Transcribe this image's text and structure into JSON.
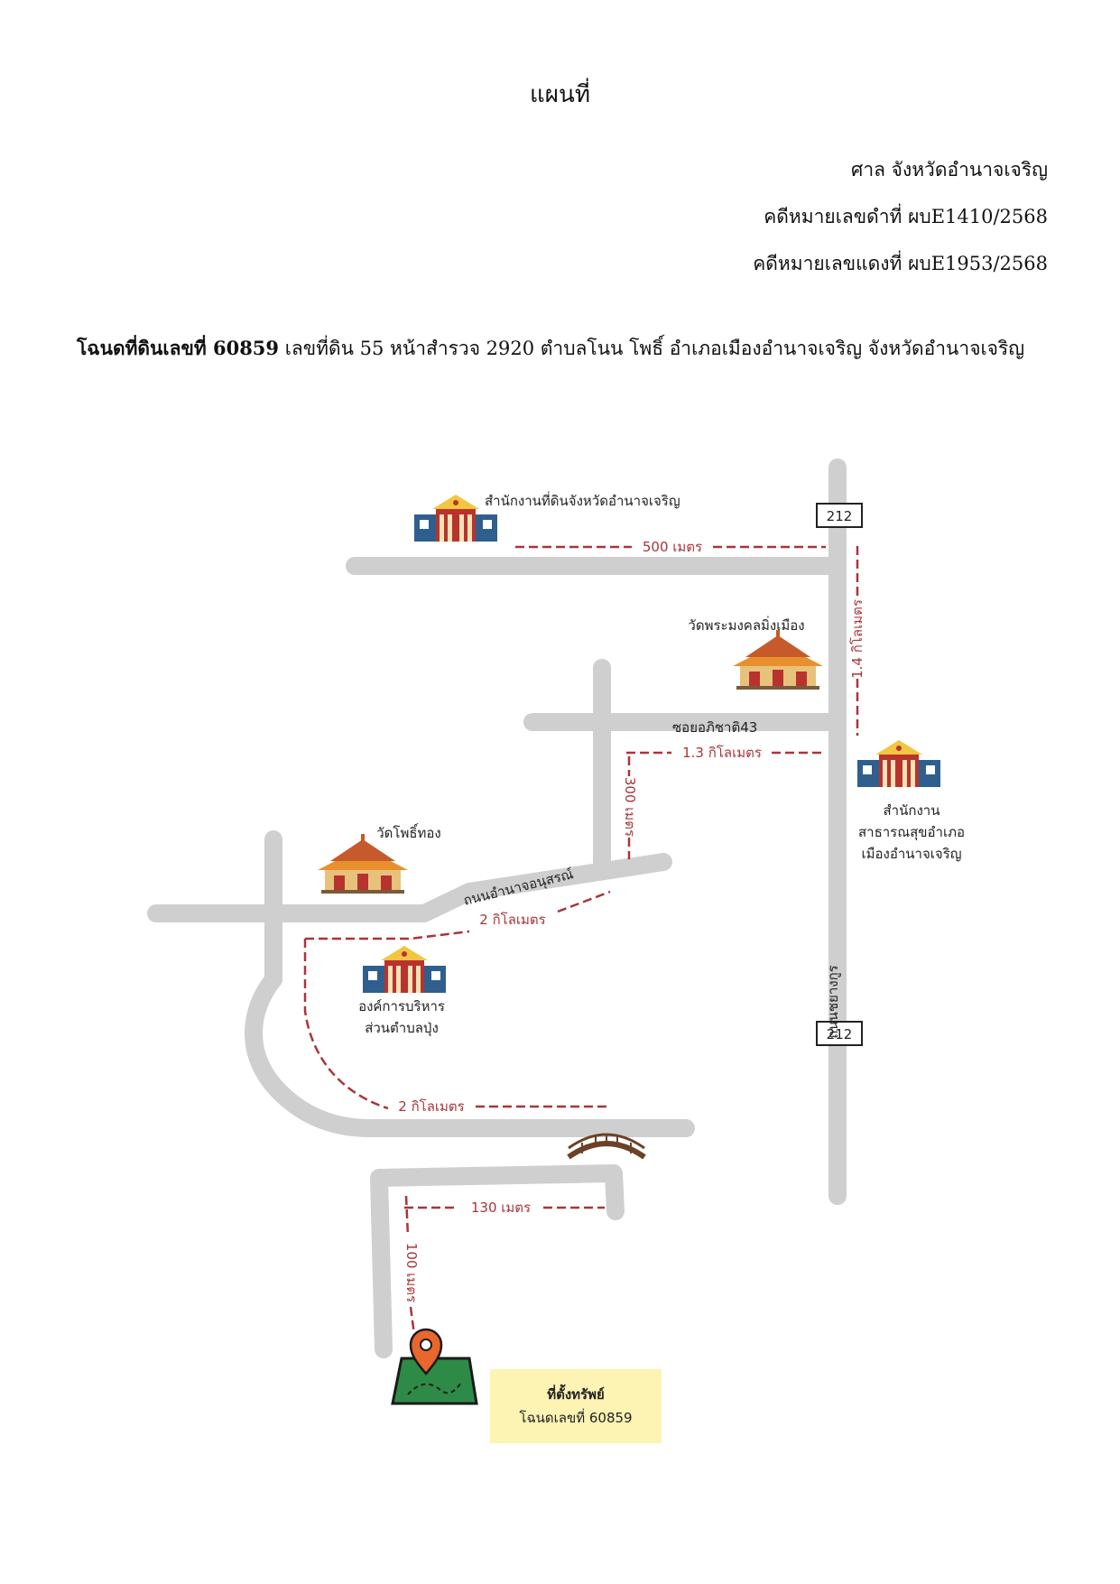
{
  "document": {
    "title": "แผนที่",
    "court": "ศาล จังหวัดอำนาจเจริญ",
    "black_case": "คดีหมายเลขดำที่ ผบE1410/2568",
    "red_case": "คดีหมายเลขแดงที่ ผบE1953/2568",
    "deed_bold": "โฉนดที่ดินเลขที่ 60859",
    "deed_rest": " เลขที่ดิน 55  หน้าสำรวจ 2920 ตำบลโนน โพธิ์ อำเภอเมืองอำนาจเจริญ  จังหวัดอำนาจเจริญ"
  },
  "map": {
    "landmarks": {
      "land_office": "สำนักงานที่ดินจังหวัดอำนาจเจริญ",
      "wat_phra_mongkhon": "วัดพระมงคลมิ่งเมือง",
      "wat_pho_thong": "วัดโพธิ์ทอง",
      "health_office_line1": "สำนักงาน",
      "health_office_line2": "สาธารณสุขอำเภอ",
      "health_office_line3": "เมืองอำนาจเจริญ",
      "sao_line1": "องค์การบริหาร",
      "sao_line2": "ส่วนตำบลปุ่ง"
    },
    "roads": {
      "highway_number": "212",
      "highway_name": "ถนนชยางกูร",
      "soi": "ซอยอภิชาติ43",
      "amnat_road": "ถนนอำนาจอนุสรณ์"
    },
    "distances": {
      "d500m": "500 เมตร",
      "d1_4km": "1.4 กิโลเมตร",
      "d1_3km": "1.3 กิโลเมตร",
      "d300m": "300 เมตร",
      "d2km_a": "2 กิโลเมตร",
      "d2km_b": "2 กิโลเมตร",
      "d130m": "130 เมตร",
      "d100m": "100 เมตร"
    },
    "property": {
      "line1": "ที่ตั้งทรัพย์",
      "line2": "โฉนดเลขที่ 60859"
    },
    "colors": {
      "road": "#cfcfcf",
      "distance_line": "#a8353a",
      "property_box": "#fdf3b3",
      "building_blue": "#2f5f8e",
      "building_red": "#b8332e",
      "temple_orange": "#e8902d"
    }
  }
}
